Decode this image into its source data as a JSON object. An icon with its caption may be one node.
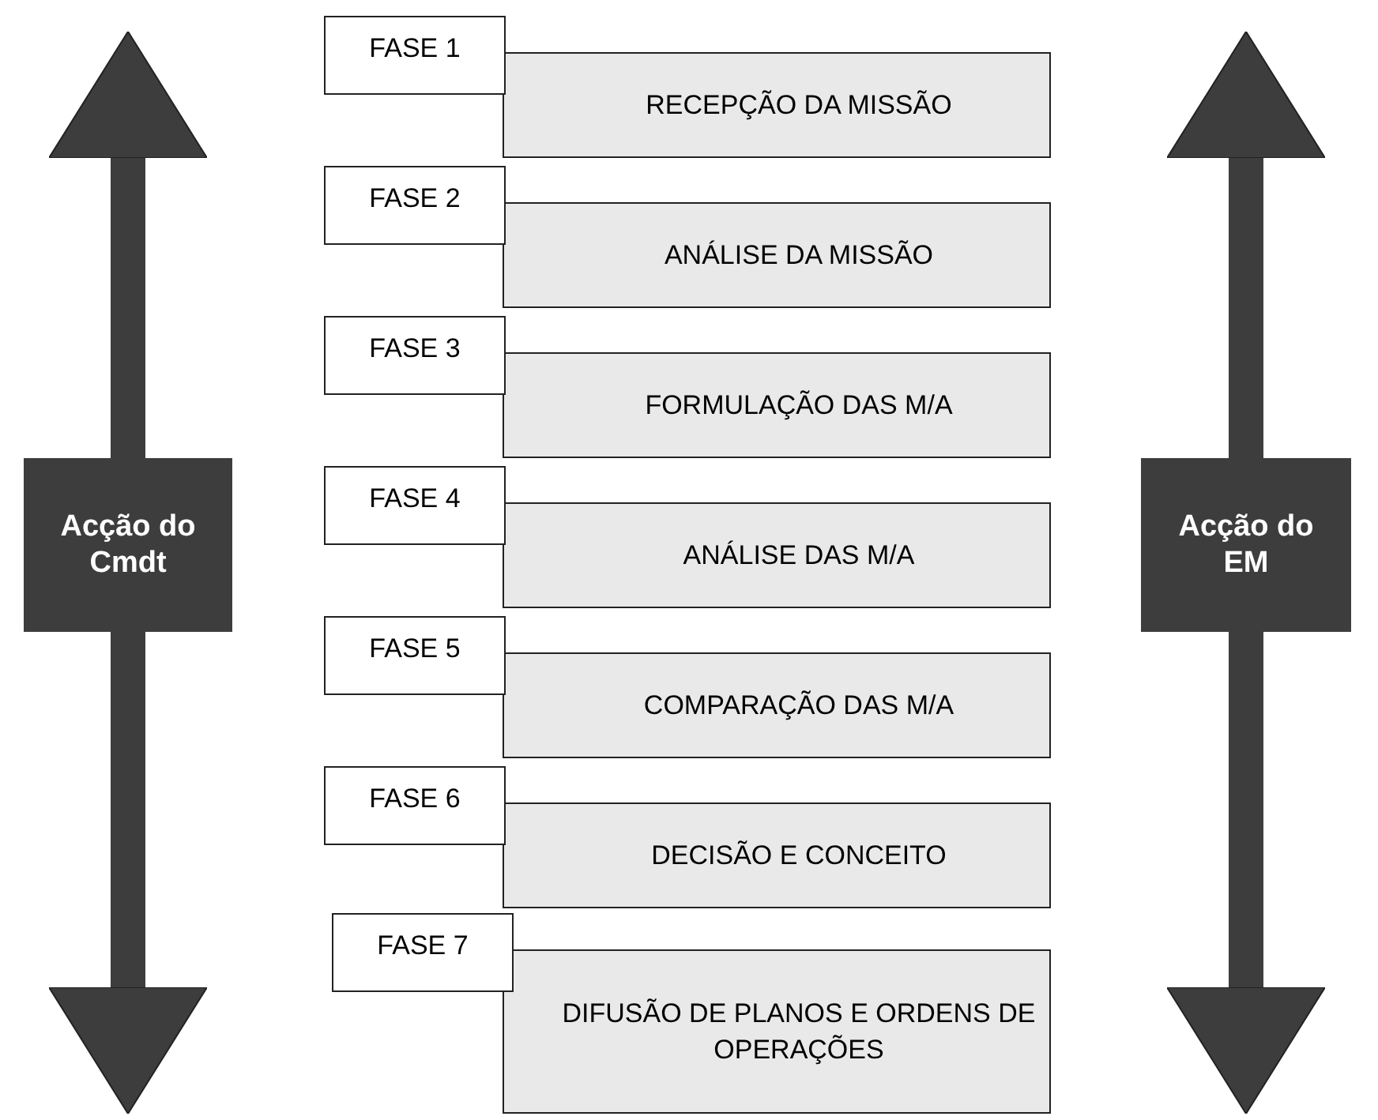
{
  "diagram": {
    "nodes": [
      {
        "text": [
          "Acção do Cmdt"
        ]
      },
      {
        "text": [
          "FASE 1"
        ]
      },
      {
        "text": [
          "RECEPÇÃO DA MISSÃO"
        ]
      },
      {
        "text": [
          "FASE 2"
        ]
      },
      {
        "text": [
          "ANÁLISE DA MISSÃO"
        ]
      },
      {
        "text": [
          "FASE 3"
        ]
      },
      {
        "text": [
          "FORMULAÇÃO DAS M/A"
        ]
      },
      {
        "text": [
          "FASE 4"
        ]
      },
      {
        "text": [
          "ANÁLISE DAS M/A"
        ]
      },
      {
        "text": [
          "FASE 5"
        ]
      },
      {
        "text": [
          "COMPARAÇÃO DAS M/A"
        ]
      },
      {
        "text": [
          "FASE 6"
        ]
      },
      {
        "text": [
          "DECISÃO E CONCEITO"
        ]
      },
      {
        "text": [
          "FASE 7"
        ]
      },
      {
        "text": [
          "DIFUSÃO DE PLANOS E ORDENS DE OPERAÇÕES"
        ]
      },
      {
        "text": [
          "Acção do EM"
        ]
      }
    ],
    "edges": [
      {
        "from": 0,
        "to": null,
        "arrow": "to"
      },
      {
        "from": 0,
        "to": null,
        "arrow": "to"
      },
      {
        "from": 15,
        "to": null,
        "arrow": "to"
      },
      {
        "from": 15,
        "to": null,
        "arrow": "to"
      }
    ]
  }
}
